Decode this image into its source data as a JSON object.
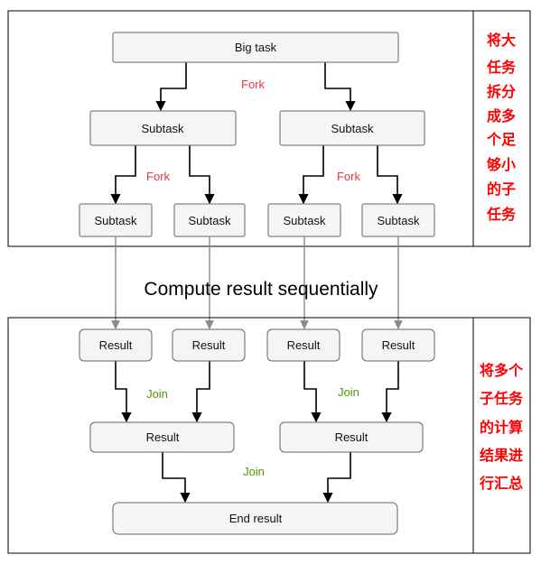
{
  "colors": {
    "fork_label": "#e8373e",
    "join_label": "#4e9a06",
    "side_note": "#ff0000"
  },
  "top": {
    "big_task": "Big task",
    "subtask_label": "Subtask",
    "fork_label": "Fork",
    "side_note_lines": [
      "将大",
      "任务",
      "拆分",
      "成多",
      "个足",
      "够小",
      "的子",
      "任务"
    ]
  },
  "middle": {
    "caption": "Compute result sequentially"
  },
  "bottom": {
    "result_label": "Result",
    "join_label": "Join",
    "end_result": "End result",
    "side_note_lines": [
      "将多个",
      "子任务",
      "的计算",
      "结果进",
      "行汇总"
    ]
  }
}
